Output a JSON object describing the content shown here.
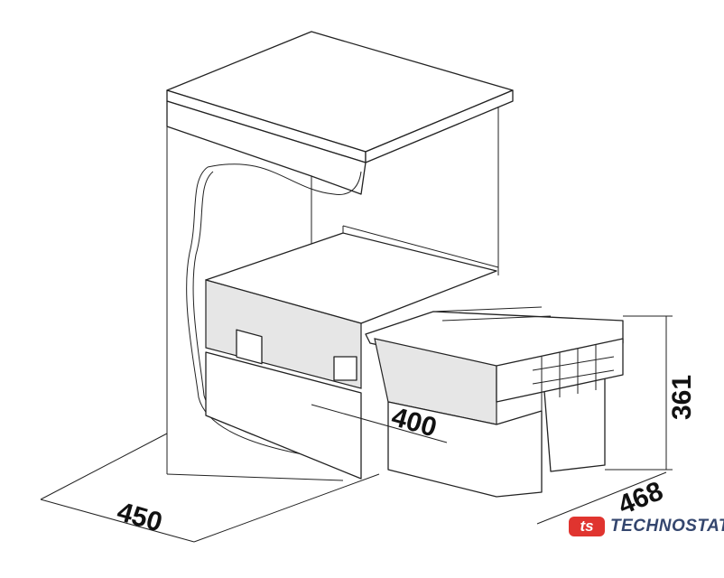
{
  "dimensions": {
    "width": "450",
    "drawer_depth": "400",
    "height": "361",
    "cabinet_depth": "468"
  },
  "logo": {
    "mark": "ts",
    "name": "TECHNOSTATUS",
    "mark_color": "#e0342f",
    "text_color": "#34466e"
  }
}
